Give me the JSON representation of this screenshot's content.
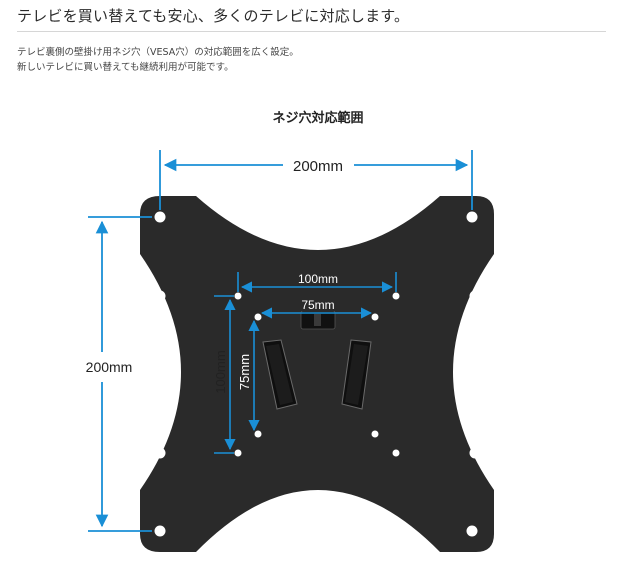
{
  "header": {
    "title": "テレビを買い替えても安心、多くのテレビに対応します。"
  },
  "description": {
    "lines": [
      "テレビ裏側の壁掛け用ネジ穴（VESA穴）の対応範囲を広く設定。",
      "新しいテレビに買い替えても継続利用が可能です。"
    ]
  },
  "diagram": {
    "title": "ネジ穴対応範囲",
    "outer_width_label": "200mm",
    "outer_height_label": "200mm",
    "mid_width_label": "100mm",
    "mid_height_label": "100mm",
    "inner_width_label": "75mm",
    "inner_height_label": "75mm",
    "colors": {
      "plate": "#2a2a2a",
      "arrow": "#1a8fd6",
      "text": "#222222"
    }
  }
}
